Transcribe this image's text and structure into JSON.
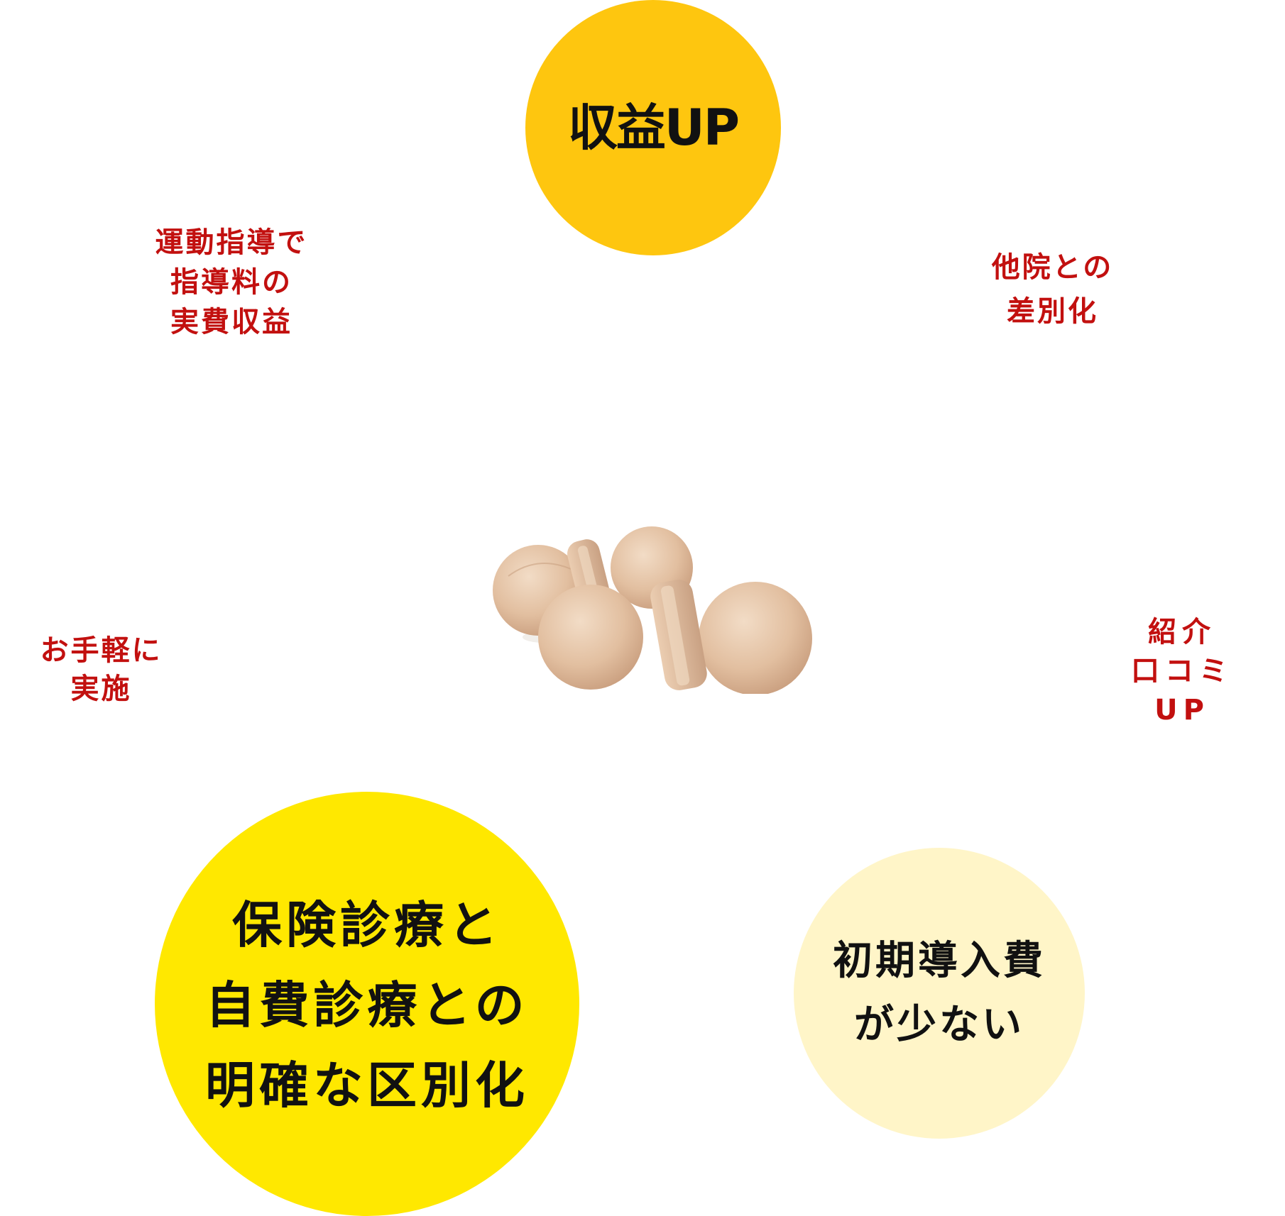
{
  "colors": {
    "background": "#FFFFFF",
    "circle_top": "#FEC60F",
    "circle_big": "#FFE800",
    "circle_small": "#FFF5C8",
    "circle_text": "#111111",
    "label_text": "#C2100F",
    "wood_light": "#E9CBAE",
    "wood_mid": "#D9B08F",
    "wood_dark": "#C2957A"
  },
  "circles": {
    "top": {
      "text": "収益UP"
    },
    "big": {
      "text": "保険診療と\n自費診療との\n明確な区別化"
    },
    "small": {
      "text": "初期導入費\nが少ない"
    }
  },
  "labels": {
    "top_left": "運動指導で\n指導料の\n実費収益",
    "top_right": "他院との\n差別化",
    "middle_left": "お手軽に\n実施",
    "middle_right": "紹介\n口コミ\nUP"
  },
  "product": {
    "icon": "wooden-massage-roller-image"
  }
}
